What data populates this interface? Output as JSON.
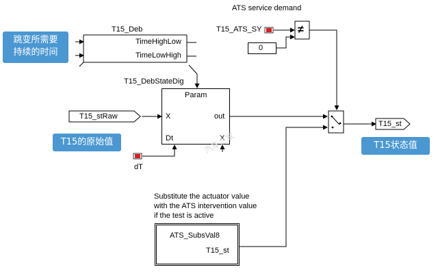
{
  "callouts": {
    "debounce_time": "跳变所需要\n持续的时间",
    "raw_value": "T15的原始值",
    "state_value": "T15状态值"
  },
  "deb_block": {
    "title": "T15_Deb",
    "port_high_low": "TimeHighLow",
    "port_low_high": "TimeLowHigh"
  },
  "state_dig_block": {
    "title": "T15_DebStateDig",
    "param_label": "Param",
    "in_x": "X",
    "in_dt": "Dt",
    "out_label": "out",
    "out_x": "X"
  },
  "inputs": {
    "raw": "T15_stRaw",
    "dt": "dT",
    "ats_sy": "T15_ATS_SY",
    "const_zero": "0"
  },
  "ats_demand_label": "ATS service demand",
  "not_equal_symbol": "≠",
  "output": "T15_st",
  "substitute_note": [
    "Substitute the actuator value",
    "with the ATS intervention value",
    "if the test is active"
  ],
  "subs_block": {
    "title": "ATS_SubsVal8",
    "port": "T15_st"
  },
  "watermark": "汽车之家"
}
